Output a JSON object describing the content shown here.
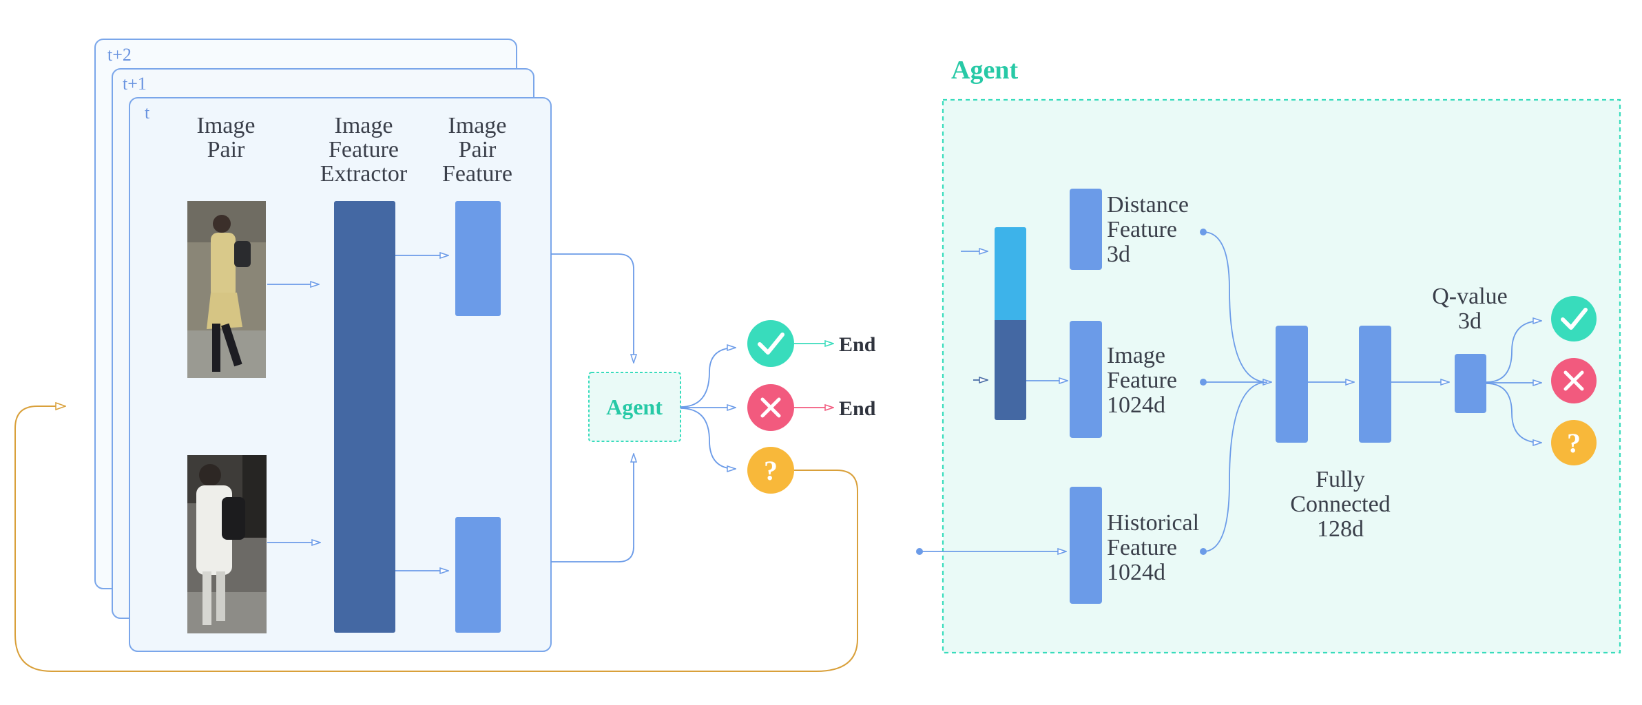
{
  "frames": [
    "t+2",
    "t+1",
    "t"
  ],
  "columns": {
    "image_pair": [
      "Image",
      "Pair"
    ],
    "extractor": [
      "Image",
      "Feature",
      "Extractor"
    ],
    "pair_feature": [
      "Image",
      "Pair",
      "Feature"
    ]
  },
  "agent_box_label": "Agent",
  "outcomes": {
    "accept_end": "End",
    "reject_end": "End",
    "uncertain_symbol": "?"
  },
  "agent_panel": {
    "title": "Agent",
    "distance_feature": [
      "Distance",
      "Feature",
      "3d"
    ],
    "image_feature": [
      "Image",
      "Feature",
      "1024d"
    ],
    "historical_feature": [
      "Historical",
      "Feature",
      "1024d"
    ],
    "fully_connected": [
      "Fully",
      "Connected",
      "128d"
    ],
    "q_value": [
      "Q-value",
      "3d"
    ],
    "uncertain_symbol": "?"
  },
  "colors": {
    "frame_stroke": "#7aa6ea",
    "frame_fill": "#f0f7fd",
    "bar": "#6b9be8",
    "bar_dark": "#4468a3",
    "history_bar": "#3db3ea",
    "agent_accent": "#27c9a6",
    "agent_panel_fill": "#eafaf7",
    "accept": "#38dcbc",
    "reject": "#f25a7e",
    "uncertain": "#f8b83a",
    "feedback_loop": "#d9a03a"
  },
  "icons": [
    "check-icon",
    "cross-icon",
    "question-icon"
  ]
}
